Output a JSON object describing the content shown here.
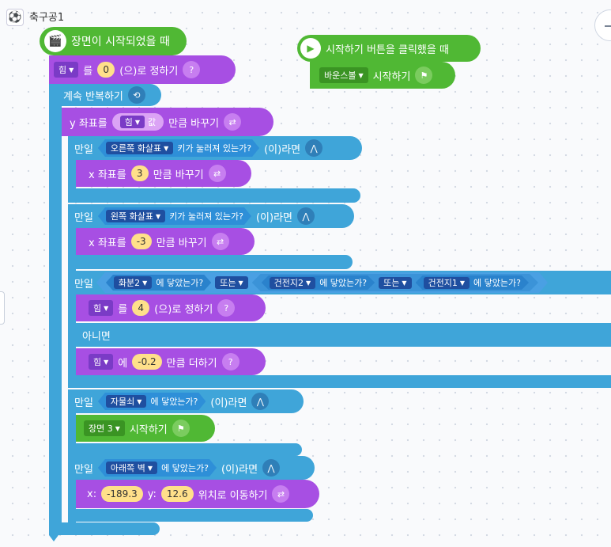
{
  "sprite": {
    "name": "축구공1",
    "icon": "soccer-ball-icon"
  },
  "event_scene_start": {
    "label": "장면이 시작되었을 때",
    "icon": "clapperboard-icon"
  },
  "set_power_0": {
    "var": "힘",
    "text1": "를",
    "value": "0",
    "text2": "(으)로 정하기",
    "help": "?"
  },
  "forever": {
    "label": "계속 반복하기"
  },
  "change_y": {
    "prefix": "y 좌표를",
    "var": "힘",
    "var_suffix": "값",
    "suffix": "만큼 바꾸기"
  },
  "if_right": {
    "if": "만일",
    "key": "오른쪽 화살표",
    "cond_text": "키가 눌러져 있는가?",
    "then": "(이)라면"
  },
  "change_x_pos": {
    "prefix": "x 좌표를",
    "value": "3",
    "suffix": "만큼 바꾸기"
  },
  "if_left": {
    "if": "만일",
    "key": "왼쪽 화살표",
    "cond_text": "키가 눌러져 있는가?",
    "then": "(이)라면"
  },
  "change_x_neg": {
    "prefix": "x 좌표를",
    "value": "-3",
    "suffix": "만큼 바꾸기"
  },
  "if_or": {
    "if": "만일",
    "obj1": "화분2",
    "touch1": "에 닿았는가?",
    "or1": "또는",
    "obj2": "건전지2",
    "touch2": "에 닿았는가?",
    "or2": "또는",
    "obj3": "건전지1",
    "touch3": "에 닿았는가?"
  },
  "set_power_4": {
    "var": "힘",
    "text1": "를",
    "value": "4",
    "text2": "(으)로 정하기",
    "help": "?"
  },
  "else": {
    "label": "아니면"
  },
  "add_power": {
    "var": "힘",
    "text1": "에",
    "value": "-0.2",
    "text2": "만큼 더하기",
    "help": "?"
  },
  "if_magnet": {
    "if": "만일",
    "obj": "자물쇠",
    "cond_text": "에 닿았는가?",
    "then": "(이)라면"
  },
  "start_scene": {
    "scene": "장면 3",
    "label": "시작하기"
  },
  "if_wall": {
    "if": "만일",
    "obj": "아래쪽 벽",
    "cond_text": "에 닿았는가?",
    "then": "(이)라면"
  },
  "move_xy": {
    "x_label": "x:",
    "x_value": "-189.3",
    "y_label": "y:",
    "y_value": "12.6",
    "suffix": "위치로 이동하기"
  },
  "event_start_click": {
    "label": "시작하기 버튼을 클릭했을 때",
    "icon": "play-icon"
  },
  "start_bounce": {
    "target": "바운스볼",
    "label": "시작하기"
  },
  "colors": {
    "event": "#50b834",
    "flow": "#3fa5d9",
    "motion": "#a74fe3",
    "judge": "#2e8fd8",
    "number": "#ffe08a"
  }
}
